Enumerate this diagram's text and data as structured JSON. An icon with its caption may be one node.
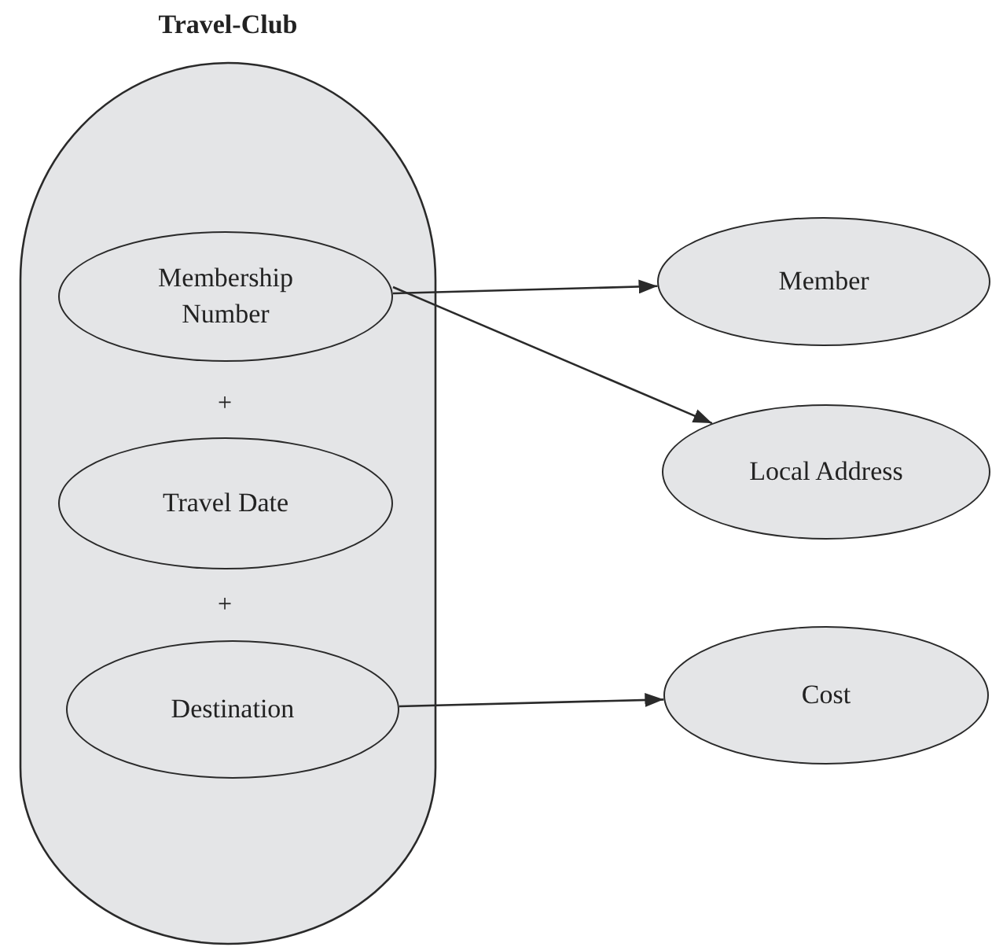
{
  "diagram": {
    "nodes": [
      {
        "text": [
          "Travel-Club"
        ]
      },
      {
        "text": [
          "Membership Number"
        ],
        "in": 0
      },
      {
        "text": [
          "Travel Date"
        ],
        "in": 0
      },
      {
        "text": [
          "Destination"
        ],
        "in": 0
      },
      {
        "text": [
          "Member"
        ]
      },
      {
        "text": [
          "Local Address"
        ]
      },
      {
        "text": [
          "Cost"
        ]
      }
    ],
    "edges": [
      {
        "from": 1,
        "to": 4,
        "arrow": "to"
      },
      {
        "from": 1,
        "to": 5,
        "arrow": "to"
      },
      {
        "from": 3,
        "to": 6,
        "arrow": "to"
      }
    ],
    "labels": [
      "+",
      "+"
    ]
  }
}
